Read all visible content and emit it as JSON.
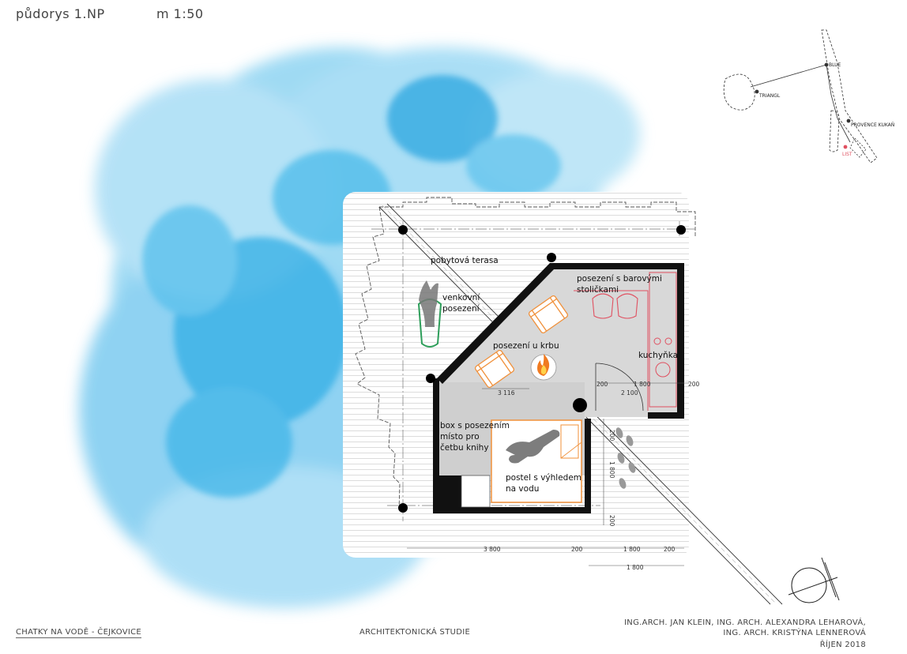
{
  "header": {
    "title": "půdorys 1.NP",
    "scale": "m 1:50"
  },
  "footer": {
    "project": "CHATKY NA VODĚ - ČEJKOVICE",
    "study": "ARCHITEKTONICKÁ STUDIE",
    "authors_line1": "ING.ARCH. JAN KLEIN, ING. ARCH. ALEXANDRA LEHAROVÁ,",
    "authors_line2": "ING. ARCH. KRISTÝNA LENNEROVÁ",
    "date": "ŘÍJEN 2018"
  },
  "labels": {
    "terrace": "pobytová terasa",
    "outdoor_1": "venkovní",
    "outdoor_2": "posezení",
    "bar_1": "posezení s barovými",
    "bar_2": "stoličkami",
    "fireplace": "posezení u krbu",
    "kitchen": "kuchyňka",
    "box_1": "box s posezením",
    "box_2": "místo pro",
    "box_3": "četbu knihy",
    "bed_1": "postel s výhledem",
    "bed_2": "na vodu"
  },
  "dimensions": {
    "d3116": "3 116",
    "d200a": "200",
    "d1800a": "1 800",
    "d200b": "200",
    "d2100": "2 100",
    "d3800": "3 800",
    "d200c": "200",
    "d1800b": "1 800",
    "d200d": "200",
    "d1800c": "1 800",
    "d200v1": "200",
    "d1800v": "1 800",
    "d200v2": "200"
  },
  "map": {
    "place1": "BLUE",
    "place2": "TRIANGL",
    "place3": "PROVENCE KUKAŇ",
    "place4": "LIST"
  },
  "colors": {
    "water": "#3fb6e6",
    "accent_orange": "#f0903a",
    "accent_red": "#e05060",
    "accent_green": "#2e9e5a",
    "wall": "#111111"
  }
}
